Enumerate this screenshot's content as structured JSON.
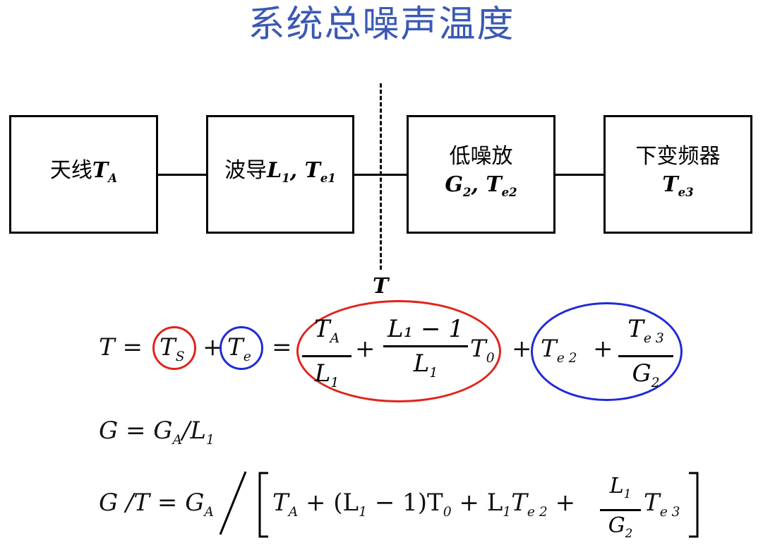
{
  "title": "系统总噪声温度",
  "blocks": [
    {
      "name": "天线",
      "sym": "T",
      "sub": "A"
    },
    {
      "name": "波导",
      "sym1": "L",
      "sub1": "1",
      "sym2": "T",
      "sub2": "e1"
    },
    {
      "name": "低噪放",
      "sym1": "G",
      "sub1": "2",
      "sym2": "T",
      "sub2": "e2"
    },
    {
      "name": "下变频器",
      "sym": "T",
      "sub": "e3"
    }
  ],
  "ref_label": "T",
  "eq1": {
    "T": "T",
    "eq": "=",
    "TS": "T",
    "S": "S",
    "plus": "+",
    "Te": "T",
    "e": "e",
    "TA": "T",
    "A": "A",
    "L1a": "L",
    "one": "1",
    "L1b": "L",
    "num2": "L₁ − 1",
    "T0": "T",
    "zero": "0",
    "Te2": "T",
    "e2": "e 2",
    "Te3": "T",
    "e3": "e 3",
    "G2": "G",
    "two": "2"
  },
  "eq2": "G = G",
  "eq2b": "A",
  "eq2c": "/L",
  "eq2d": "1",
  "eq3": {
    "lhs": "G /T = G",
    "A": "A",
    "body1": "T",
    "body2": "+ (L",
    "body3": "− 1)T",
    "body4": "+ L",
    "body5": "T",
    "body6": "+",
    "L1": "L",
    "G2": "G",
    "body7": "T"
  },
  "colors": {
    "title": "#3a59b4",
    "red_ring": "#e0241b",
    "blue_ring": "#1f2bd6"
  }
}
